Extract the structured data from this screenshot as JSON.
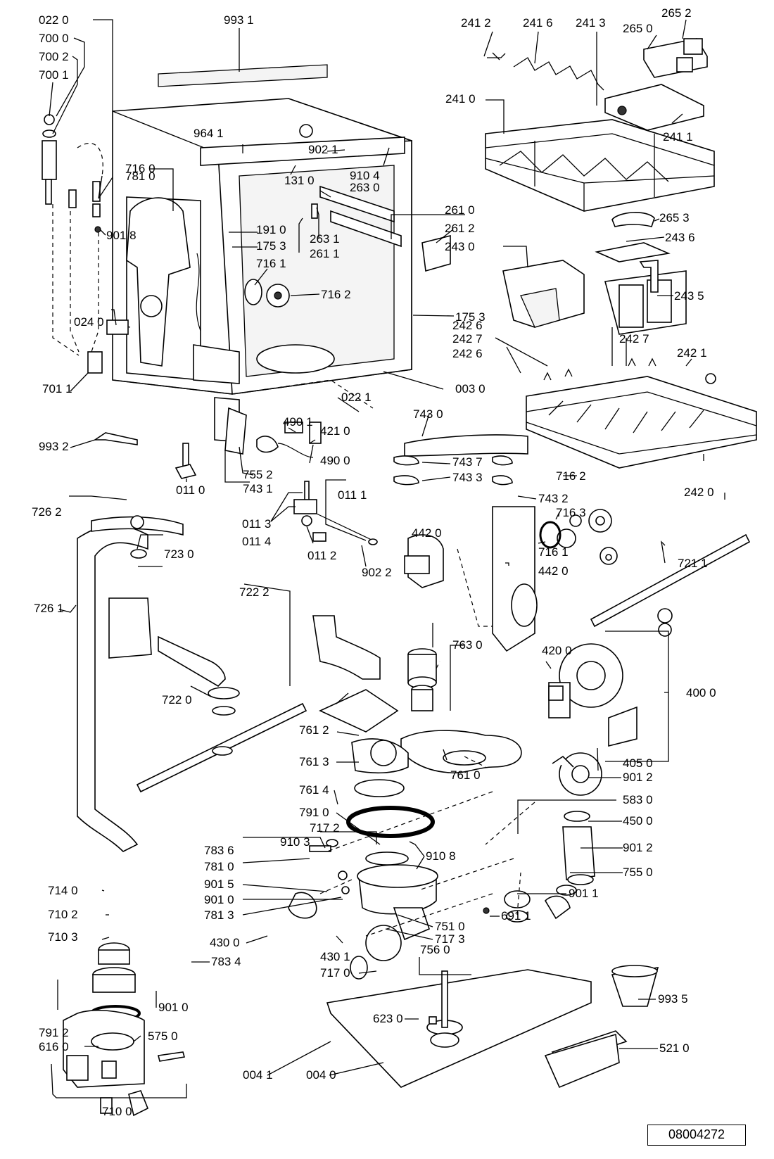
{
  "document_number": "08004272",
  "part_labels": [
    "022 0",
    "993 1",
    "700 0",
    "700 2",
    "700 1",
    "241 2",
    "241 6",
    "241 3",
    "265 2",
    "265 0",
    "241 0",
    "241 1",
    "964 1",
    "902 1",
    "910 4",
    "716 0",
    "781 0",
    "131 0",
    "263 0",
    "261 0",
    "901 8",
    "191 0",
    "263 1",
    "261 2",
    "175 3",
    "261 1",
    "243 0",
    "243 6",
    "716 1",
    "716 2",
    "265 3",
    "243 5",
    "024 0",
    "175 3",
    "242 6",
    "242 7",
    "242 6",
    "242 7",
    "242 1",
    "003 0",
    "701 1",
    "022 1",
    "743 0",
    "490 1",
    "421 0",
    "993 2",
    "490 0",
    "743 7",
    "743 3",
    "755 2",
    "743 1",
    "011 0",
    "011 1",
    "743 2",
    "716 2",
    "726 2",
    "011 3",
    "011 4",
    "716 3",
    "723 0",
    "011 2",
    "442 0",
    "716 1",
    "902 2",
    "442 0",
    "721 1",
    "726 1",
    "722 2",
    "763 0",
    "420 0",
    "722 0",
    "400 0",
    "761 2",
    "761 3",
    "761 0",
    "405 0",
    "761 4",
    "791 0",
    "901 2",
    "583 0",
    "717 2",
    "450 0",
    "910 3",
    "783 6",
    "910 8",
    "901 2",
    "781 0",
    "755 0",
    "901 5",
    "901 0",
    "901 1",
    "781 3",
    "751 0",
    "691 1",
    "714 0",
    "710 2",
    "430 0",
    "717 3",
    "710 3",
    "430 1",
    "756 0",
    "783 4",
    "717 0",
    "901 0",
    "993 5",
    "623 0",
    "791 2",
    "616 0",
    "575 0",
    "521 0",
    "004 1",
    "004 0",
    "710 0",
    "242 0"
  ]
}
